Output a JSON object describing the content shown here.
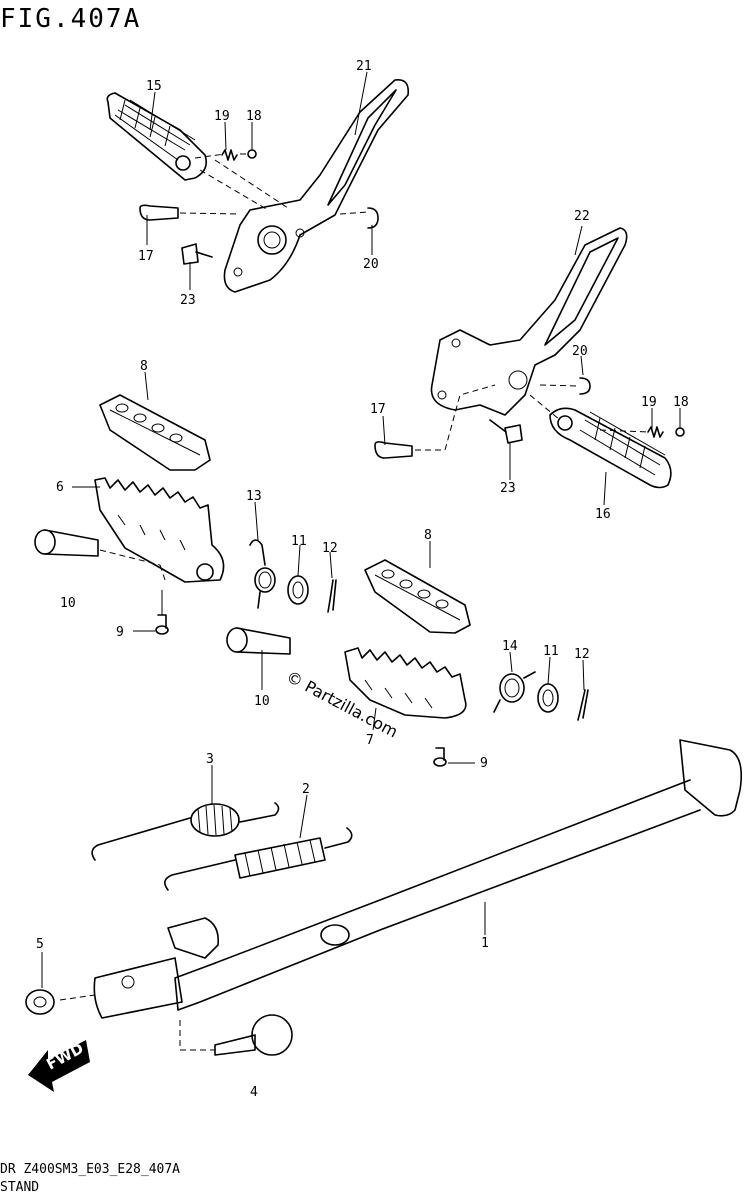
{
  "figure": {
    "title": "FIG.407A"
  },
  "footer": {
    "code": "DR Z400SM3_E03_E28_407A",
    "title": "STAND"
  },
  "watermark": {
    "text": "© Partzilla.com"
  },
  "fwd_arrow": {
    "label": "FWD"
  },
  "callouts": {
    "c1": "1",
    "c2": "2",
    "c3": "3",
    "c4": "4",
    "c5": "5",
    "c6": "6",
    "c7": "7",
    "c8a": "8",
    "c8b": "8",
    "c9a": "9",
    "c9b": "9",
    "c10a": "10",
    "c10b": "10",
    "c11a": "11",
    "c11b": "11",
    "c12a": "12",
    "c12b": "12",
    "c13": "13",
    "c14": "14",
    "c15": "15",
    "c16": "16",
    "c17a": "17",
    "c17b": "17",
    "c18a": "18",
    "c18b": "18",
    "c19a": "19",
    "c19b": "19",
    "c20a": "20",
    "c20b": "20",
    "c21": "21",
    "c22": "22",
    "c23a": "23",
    "c23b": "23"
  }
}
